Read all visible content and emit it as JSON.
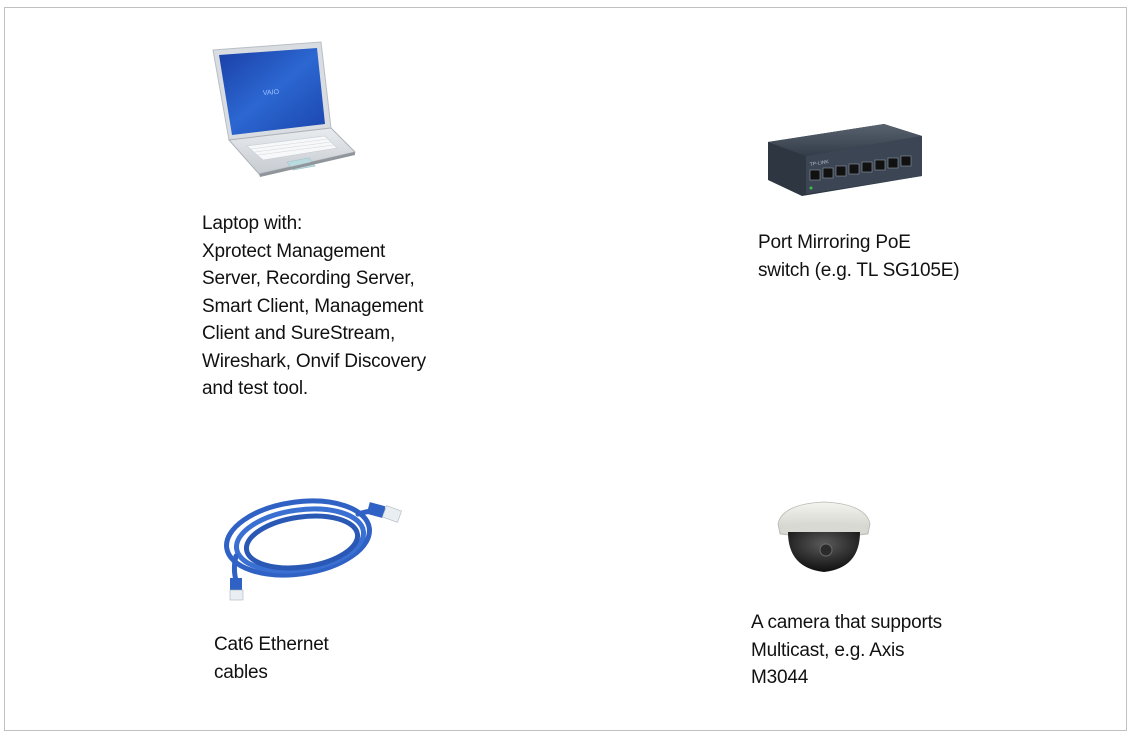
{
  "items": [
    {
      "id": "laptop",
      "icon": "laptop-icon",
      "caption": "Laptop with:\nXprotect Management\nServer, Recording Server,\nSmart Client, Management\nClient and SureStream,\nWireshark, Onvif Discovery\nand test tool.",
      "screen_brand": "VAIO"
    },
    {
      "id": "switch",
      "icon": "network-switch-icon",
      "caption": "Port Mirroring PoE\nswitch (e.g. TL SG105E)",
      "brand": "TP-LINK"
    },
    {
      "id": "cable",
      "icon": "ethernet-cable-icon",
      "caption": "Cat6 Ethernet\ncables"
    },
    {
      "id": "camera",
      "icon": "dome-camera-icon",
      "caption": "A camera that supports\nMulticast, e.g. Axis\nM3044"
    }
  ],
  "colors": {
    "border": "#c0c0c0",
    "text": "#111111",
    "screen_blue": "#1f4fb8",
    "cable_blue": "#2f62c4",
    "switch_body": "#3b4553"
  }
}
